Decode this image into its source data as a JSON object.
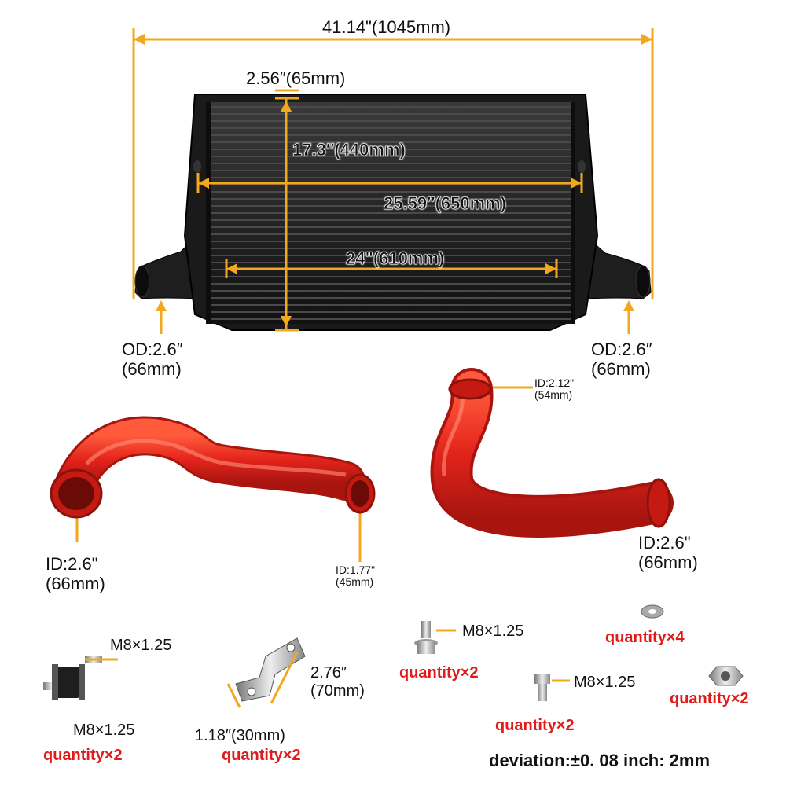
{
  "intercooler": {
    "overall_width": "41.14\"(1045mm)",
    "core_thickness": "2.56″(65mm)",
    "core_height": "17.3″(440mm)",
    "tank_width": "25.59″(650mm)",
    "core_width": "24\"(610mm)",
    "left_outlet_od": "OD:2.6″\n(66mm)",
    "right_outlet_od": "OD:2.6″\n(66mm)"
  },
  "pipes": {
    "left_pipe_big_id": "ID:2.6\"\n(66mm)",
    "left_pipe_small_id": "ID:1.77\"\n(45mm)",
    "right_pipe_top_id": "ID:2.12\"\n(54mm)",
    "right_pipe_bottom_id": "ID:2.6\"\n(66mm)"
  },
  "hardware": {
    "rubber_mount_thread": "M8×1.25",
    "rubber_mount_thread_below": "M8×1.25",
    "rubber_mount_qty": "quantity×2",
    "bracket_length": "2.76″\n(70mm)",
    "bracket_width": "1.18″(30mm)",
    "bracket_qty": "quantity×2",
    "flange_bolt_thread": "M8×1.25",
    "flange_bolt_qty": "quantity×2",
    "socket_bolt_thread": "M8×1.25",
    "socket_bolt_qty": "quantity×2",
    "washer_qty": "quantity×4",
    "nut_qty": "quantity×2"
  },
  "footer": {
    "deviation": "deviation:±0. 08 inch: 2mm"
  },
  "colors": {
    "dimension_line": "#f2a81d",
    "silicone_pipe": "#e3241b",
    "intercooler_body": "#1a1a1a",
    "quantity_text": "#e01b1b"
  }
}
